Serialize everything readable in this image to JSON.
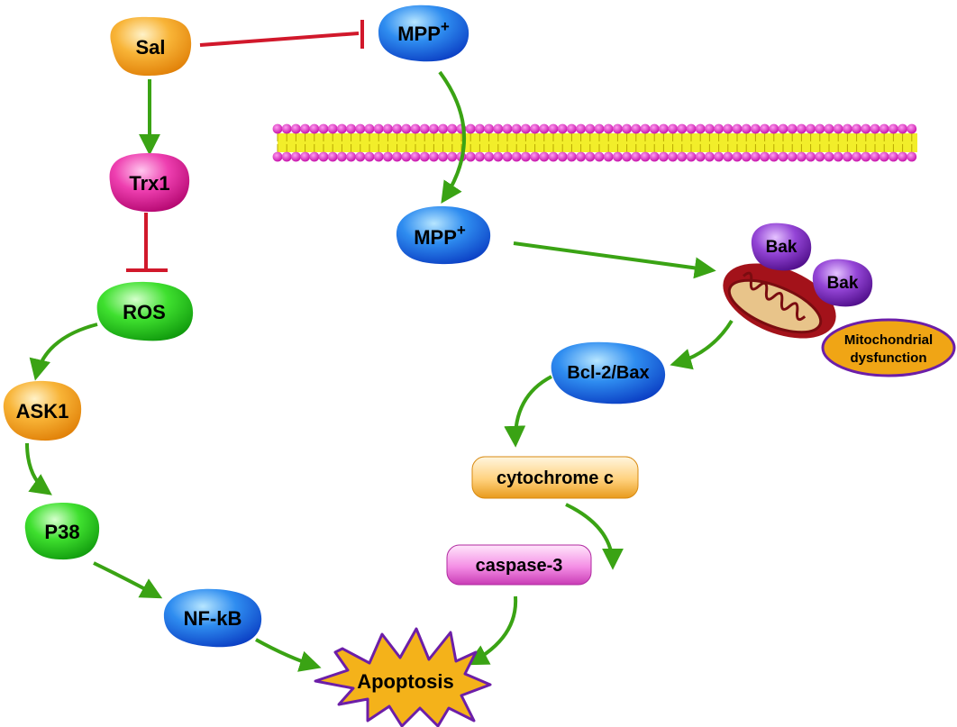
{
  "nodes": {
    "sal": "Sal",
    "mpp_outside": "MPP",
    "mpp_inside": "MPP",
    "mpp_superscript": "+",
    "trx1": "Trx1",
    "ros": "ROS",
    "ask1": "ASK1",
    "p38": "P38",
    "nfkb": "NF-kB",
    "bak_1": "Bak",
    "bak_2": "Bak",
    "mito_dysfunction_line1": "Mitochondrial",
    "mito_dysfunction_line2": "dysfunction",
    "bcl2_bax": "Bcl-2/Bax",
    "cytochrome_c": "cytochrome c",
    "caspase3": "caspase-3",
    "apoptosis": "Apoptosis"
  },
  "colors": {
    "activation_arrow": "#3aa314",
    "inhibition_line": "#d1182b",
    "orange": "#f7a21b",
    "magenta": "#e0168f",
    "green": "#22c11c",
    "blue": "#1a5be0",
    "purple": "#6c1ea8",
    "membrane_head": "#e01cc4",
    "membrane_tail": "#f2ee2a",
    "mito_red": "#b0141a",
    "dysfunction_fill": "#f0a515",
    "dysfunction_border": "#6c1ea8",
    "apoptosis_fill": "#f4b21a",
    "apoptosis_border": "#6c1ea8"
  }
}
